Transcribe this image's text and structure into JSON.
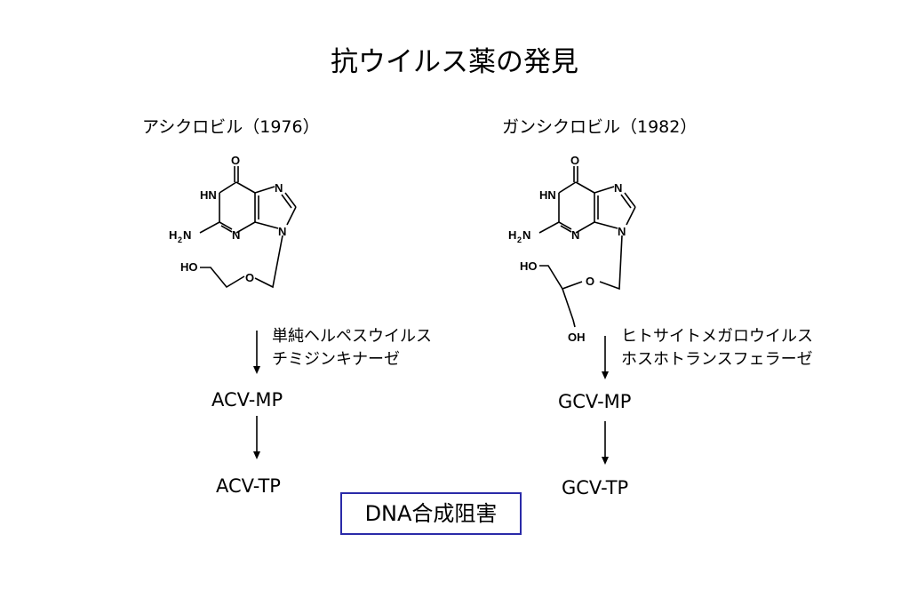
{
  "title": "抗ウイルス薬の発見",
  "acyclovir": {
    "name": "アシクロビル（1976）",
    "atoms": {
      "o": "O",
      "nh": "HN",
      "n7": "N",
      "n3": "N",
      "n9": "N",
      "nh2_h": "H",
      "nh2_sub": "2",
      "nh2_n": "N",
      "ho": "HO",
      "ether_o": "O"
    },
    "enzyme_line1": "単純ヘルペスウイルス",
    "enzyme_line2": "チミジンキナーゼ",
    "metabolite1": "ACV-MP",
    "metabolite2": "ACV-TP"
  },
  "ganciclovir": {
    "name": "ガンシクロビル（1982）",
    "atoms": {
      "o": "O",
      "nh": "HN",
      "n7": "N",
      "n3": "N",
      "n9": "N",
      "nh2_h": "H",
      "nh2_sub": "2",
      "nh2_n": "N",
      "ho": "HO",
      "ether_o": "O",
      "oh": "OH"
    },
    "enzyme_line1": "ヒトサイトメガロウイルス",
    "enzyme_line2": "ホスホトランスフェラーゼ",
    "metabolite1": "GCV-MP",
    "metabolite2": "GCV-TP"
  },
  "result": "DNA合成阻害"
}
